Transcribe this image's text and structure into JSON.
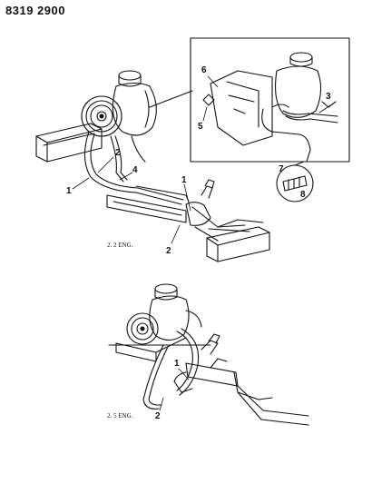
{
  "header": {
    "code": "8319 2900"
  },
  "upper": {
    "label": "2. 2 ENG.",
    "callouts": [
      "1",
      "2",
      "4",
      "1",
      "2"
    ],
    "inset_callouts": [
      "6",
      "5",
      "3"
    ],
    "detail_callouts": [
      "7",
      "8"
    ]
  },
  "lower": {
    "label": "2. 5 ENG.",
    "callouts": [
      "1",
      "2"
    ]
  },
  "colors": {
    "ink": "#111111",
    "paper": "#ffffff"
  }
}
